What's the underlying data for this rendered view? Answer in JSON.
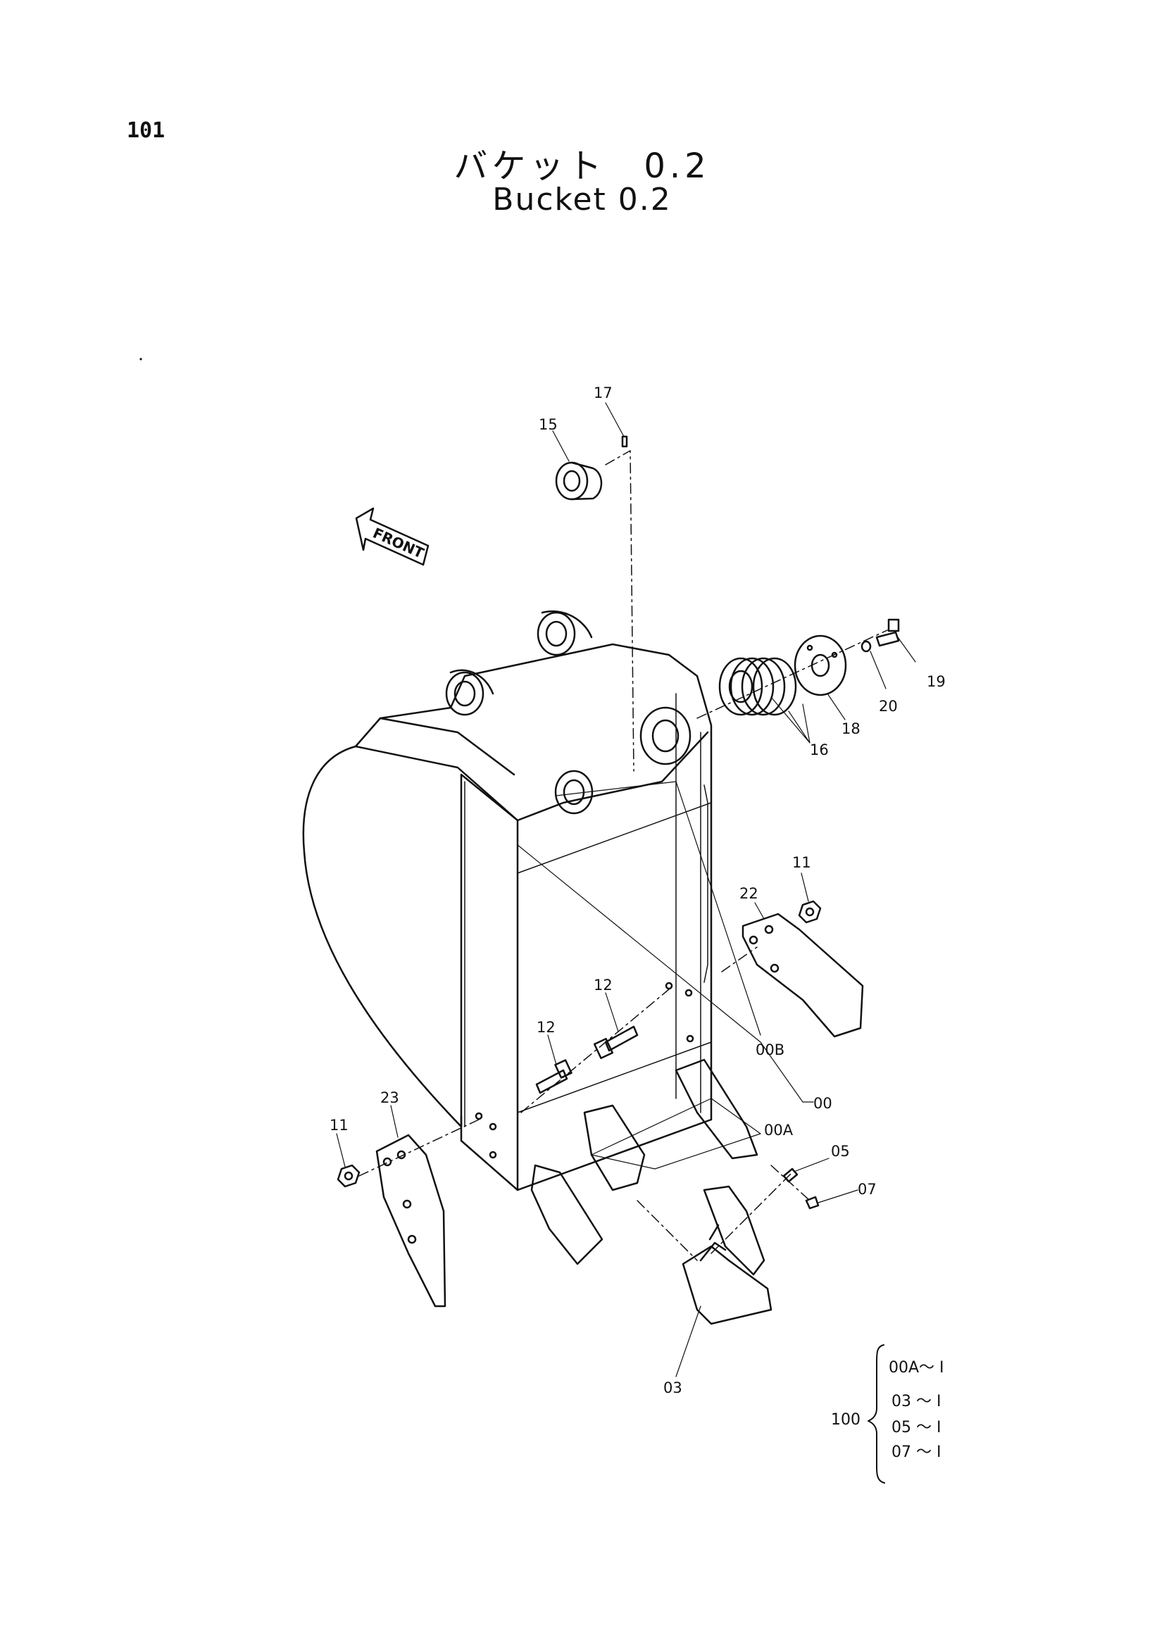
{
  "page": {
    "number": "101",
    "title_jp": "バケット　0.2",
    "title_en": "Bucket 0.2"
  },
  "diagram": {
    "front_arrow": "FRONT",
    "parts": [
      {
        "id": "p17",
        "label": "17"
      },
      {
        "id": "p15",
        "label": "15"
      },
      {
        "id": "p19",
        "label": "19"
      },
      {
        "id": "p20",
        "label": "20"
      },
      {
        "id": "p18",
        "label": "18"
      },
      {
        "id": "p16",
        "label": "16"
      },
      {
        "id": "p11a",
        "label": "11"
      },
      {
        "id": "p22",
        "label": "22"
      },
      {
        "id": "p12a",
        "label": "12"
      },
      {
        "id": "p12b",
        "label": "12"
      },
      {
        "id": "p00B",
        "label": "00B"
      },
      {
        "id": "p00",
        "label": "00"
      },
      {
        "id": "p00A",
        "label": "00A"
      },
      {
        "id": "p05",
        "label": "05"
      },
      {
        "id": "p07",
        "label": "07"
      },
      {
        "id": "p23",
        "label": "23"
      },
      {
        "id": "p11b",
        "label": "11"
      },
      {
        "id": "p03",
        "label": "03"
      }
    ]
  },
  "kit": {
    "label": "100",
    "items": [
      "00A～ I",
      "03 ～ I",
      "05 ～ I",
      "07 ～ I"
    ]
  }
}
